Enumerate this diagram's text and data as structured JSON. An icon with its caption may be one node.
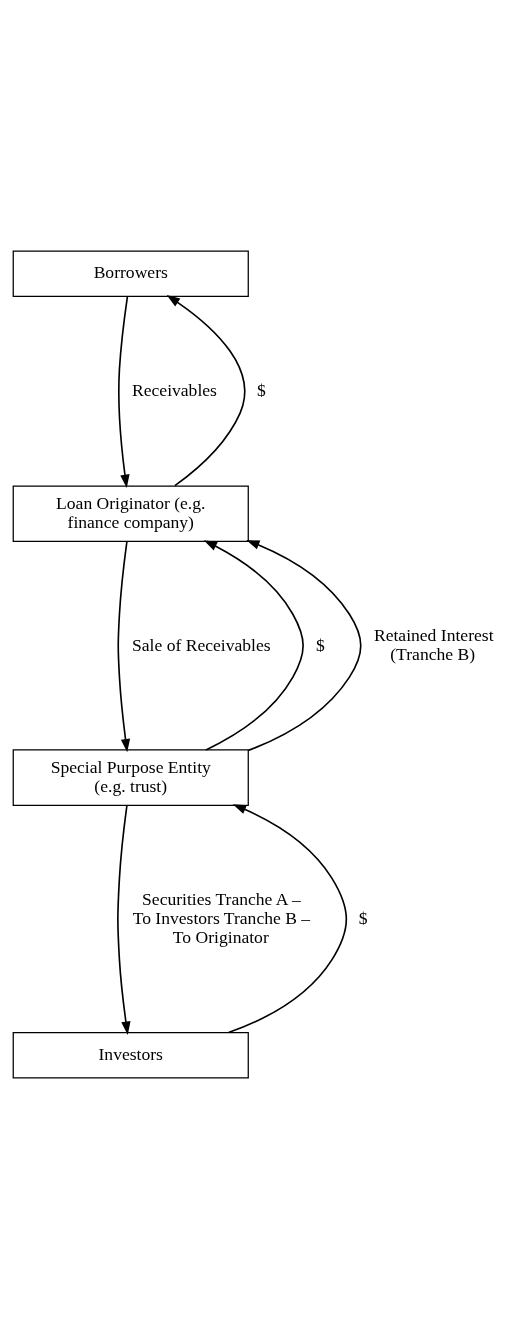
{
  "diagram": {
    "nodes": [
      {
        "text": [
          "Borrowers"
        ]
      },
      {
        "text": [
          "Loan Originator (e.g. finance company)"
        ]
      },
      {
        "text": [
          "Special Purpose Entity (e.g. trust)"
        ]
      },
      {
        "text": [
          "Investors"
        ]
      }
    ],
    "edges": [
      {
        "from": 1,
        "to": 0,
        "arrow": "to",
        "label": "$"
      },
      {
        "from": 0,
        "to": 1,
        "arrow": "to",
        "label": "Receivables"
      },
      {
        "from": 2,
        "to": 1,
        "arrow": "to",
        "label": "$"
      },
      {
        "from": 2,
        "to": 1,
        "arrow": "to",
        "label": "Retained Interest (Tranche B)"
      },
      {
        "from": 1,
        "to": 2,
        "arrow": "to",
        "label": "Sale of Receivables"
      },
      {
        "from": 3,
        "to": 2,
        "arrow": "to",
        "label": "$"
      },
      {
        "from": 2,
        "to": 3,
        "arrow": "to",
        "label": "Securities Tranche A – To Investors Tranche B – To Originator"
      }
    ]
  }
}
